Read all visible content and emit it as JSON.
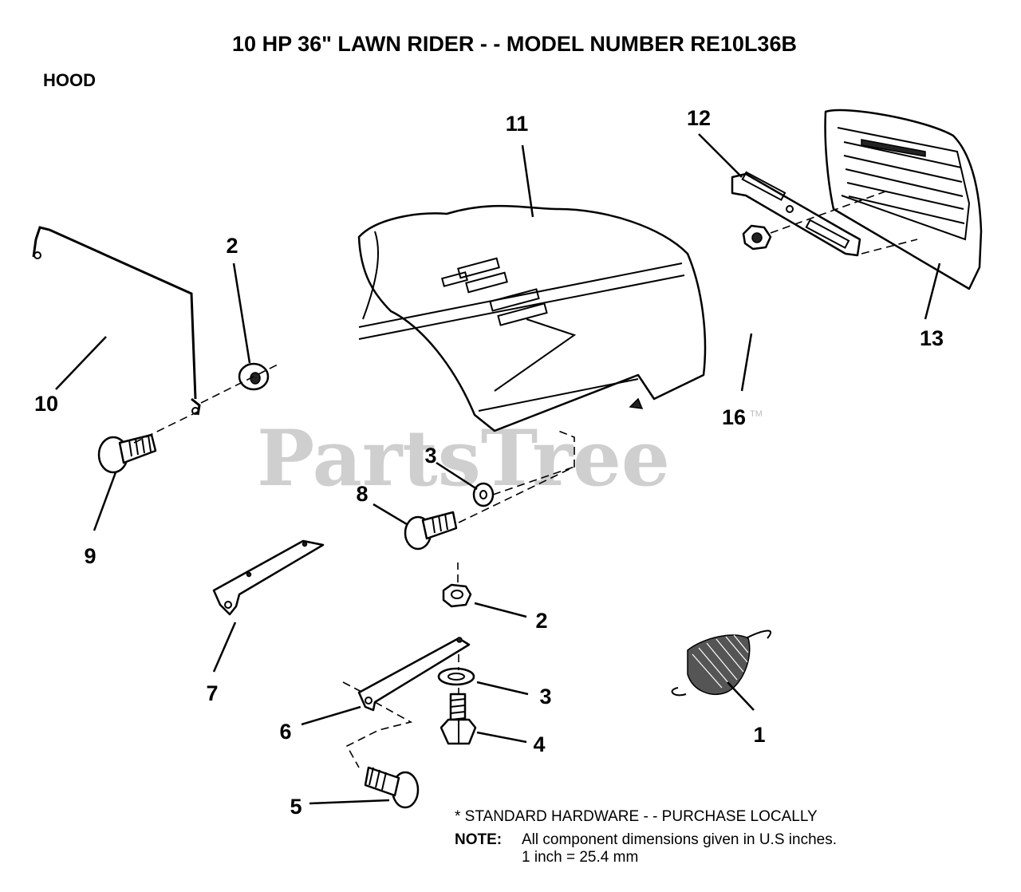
{
  "title": "10 HP 36\" LAWN RIDER - - MODEL NUMBER RE10L36B",
  "section": "HOOD",
  "watermark": "PartsTree",
  "watermark_tm": "TM",
  "callouts": {
    "c11": "11",
    "c12": "12",
    "c13": "13",
    "c16": "16",
    "c2a": "2",
    "c10": "10",
    "c9": "9",
    "c3a": "3",
    "c8": "8",
    "c7": "7",
    "c2b": "2",
    "c3b": "3",
    "c4": "4",
    "c6": "6",
    "c5": "5",
    "c1": "1"
  },
  "notes": {
    "standard": "* STANDARD HARDWARE - - PURCHASE LOCALLY",
    "note_label": "NOTE:",
    "note_line1": "All component dimensions given in U.S  inches.",
    "note_line2": "1 inch = 25.4 mm"
  },
  "colors": {
    "ink": "#000000",
    "watermark": "#cfcfcf",
    "background": "#ffffff"
  }
}
